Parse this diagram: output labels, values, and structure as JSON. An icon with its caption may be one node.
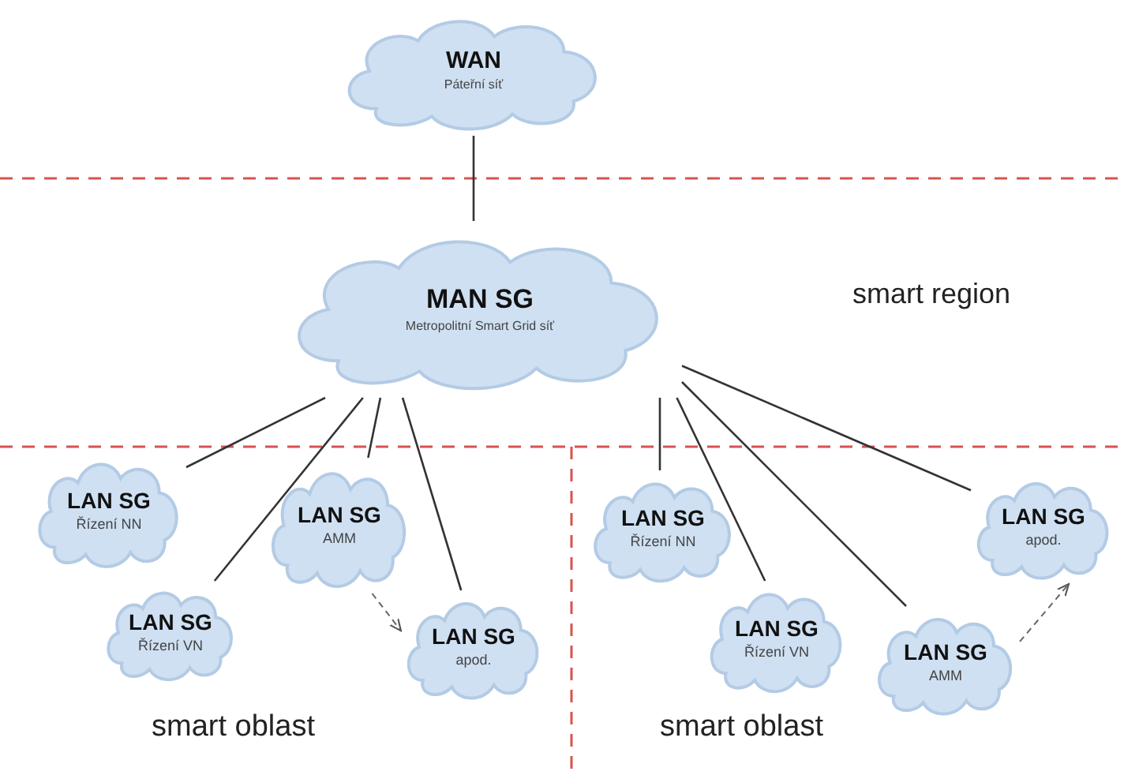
{
  "diagram": {
    "nodes": [
      {
        "text": [
          "WAN",
          "Páteřní síť"
        ]
      },
      {
        "text": [
          "MAN SG",
          "Metropolitní Smart Grid síť"
        ]
      },
      {
        "text": [
          "LAN SG",
          "Řízení NN"
        ]
      },
      {
        "text": [
          "LAN SG",
          "Řízení VN"
        ]
      },
      {
        "text": [
          "LAN SG",
          "AMM"
        ]
      },
      {
        "text": [
          "LAN SG",
          "apod."
        ]
      },
      {
        "text": [
          "LAN SG",
          "Řízení NN"
        ]
      },
      {
        "text": [
          "LAN SG",
          "Řízení VN"
        ]
      },
      {
        "text": [
          "LAN SG",
          "AMM"
        ]
      },
      {
        "text": [
          "LAN SG",
          "apod."
        ]
      }
    ],
    "edges": [
      {
        "from": 0,
        "to": 1,
        "arrow": "none"
      },
      {
        "from": 1,
        "to": 2,
        "arrow": "none"
      },
      {
        "from": 1,
        "to": 3,
        "arrow": "none"
      },
      {
        "from": 1,
        "to": 4,
        "arrow": "none"
      },
      {
        "from": 1,
        "to": 5,
        "arrow": "none"
      },
      {
        "from": 1,
        "to": 6,
        "arrow": "none"
      },
      {
        "from": 1,
        "to": 7,
        "arrow": "none"
      },
      {
        "from": 1,
        "to": 8,
        "arrow": "none"
      },
      {
        "from": 1,
        "to": 9,
        "arrow": "none"
      },
      {
        "from": 4,
        "to": 5,
        "arrow": "to",
        "style": "dashed"
      },
      {
        "from": 8,
        "to": 9,
        "arrow": "to",
        "style": "dashed"
      }
    ],
    "labels": [
      "smart region",
      "smart oblast",
      "smart oblast"
    ]
  }
}
